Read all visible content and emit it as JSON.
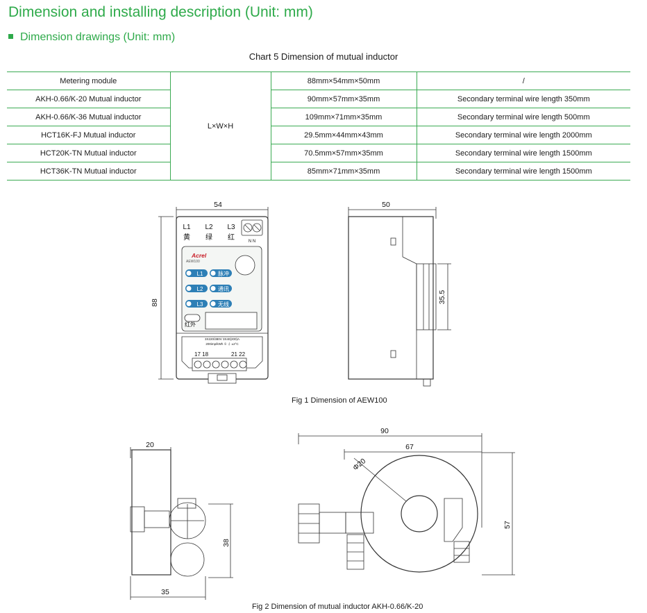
{
  "header": {
    "title": "Dimension and installing description (Unit: mm)",
    "section": "Dimension drawings (Unit: mm)"
  },
  "table": {
    "caption": "Chart 5 Dimension of mutual inductor",
    "merged_label": "L×W×H",
    "rows": [
      {
        "name": "Metering module",
        "dim": "88mm×54mm×50mm",
        "note": "/"
      },
      {
        "name": "AKH-0.66/K-20 Mutual inductor",
        "dim": "90mm×57mm×35mm",
        "note": "Secondary terminal wire length 350mm"
      },
      {
        "name": "AKH-0.66/K-36 Mutual inductor",
        "dim": "109mm×71mm×35mm",
        "note": "Secondary terminal wire length 500mm"
      },
      {
        "name": "HCT16K-FJ Mutual inductor",
        "dim": "29.5mm×44mm×43mm",
        "note": "Secondary terminal wire length 2000mm"
      },
      {
        "name": "HCT20K-TN Mutual inductor",
        "dim": "70.5mm×57mm×35mm",
        "note": "Secondary terminal wire length 1500mm"
      },
      {
        "name": "HCT36K-TN Mutual inductor",
        "dim": "85mm×71mm×35mm",
        "note": "Secondary terminal wire length 1500mm"
      }
    ]
  },
  "fig1": {
    "caption": "Fig 1 Dimension of AEW100",
    "front_width": "54",
    "front_height": "88",
    "side_width": "50",
    "rail_height": "35.5",
    "phase_labels": [
      "L1",
      "L2",
      "L3"
    ],
    "color_labels": [
      "黄",
      "绿",
      "红"
    ],
    "brand": "Acrel",
    "model": "AEW100",
    "indicators": [
      {
        "phase": "L1",
        "func": "脉冲"
      },
      {
        "phase": "L2",
        "func": "通讯"
      },
      {
        "phase": "L3",
        "func": "无线"
      }
    ],
    "ir_label": "红外",
    "rating_line1": "3X220/380V 3X40(200)A",
    "rating_line2": "200imp/kWh  ① ⏚ ±2°C",
    "terminals_left": "17 18",
    "terminals_right": "21 22",
    "nn_label": "N N"
  },
  "fig2": {
    "caption": "Fig 2 Dimension of mutual inductor AKH-0.66/K-20",
    "side_width_top": "20",
    "side_width_bottom": "35",
    "side_height": "38",
    "front_width": "90",
    "front_inner_width": "67",
    "front_height": "57",
    "hole_diameter": "Φ20"
  }
}
